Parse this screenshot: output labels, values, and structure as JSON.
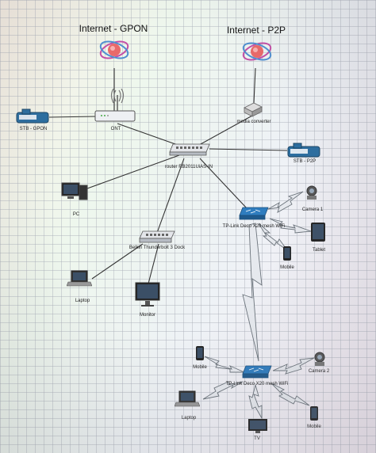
{
  "titles": {
    "gpon": "Internet - GPON",
    "p2p": "Internet - P2P"
  },
  "nodes": {
    "ont": "ONT",
    "media_converter": "media converter",
    "stb_gpon": "STB - GPON",
    "stb_p2p": "STB - P2P",
    "router": "router RB2011UiAS-IN",
    "pc": "PC",
    "deco1": "TP-Link Deco X20 mesh WiFi",
    "camera1": "Camera 1",
    "tablet": "Tablet",
    "mobile1": "Mobile",
    "dock": "Belkin Thunderbolt 3 Dock",
    "laptop1": "Laptop",
    "monitor": "Monitor",
    "mobile2": "Mobile",
    "camera2": "Camera 2",
    "deco2": "TP-Link Deco X20 mesh WiFi",
    "laptop2": "Laptop",
    "tv": "TV",
    "mobile3": "Mobile"
  }
}
